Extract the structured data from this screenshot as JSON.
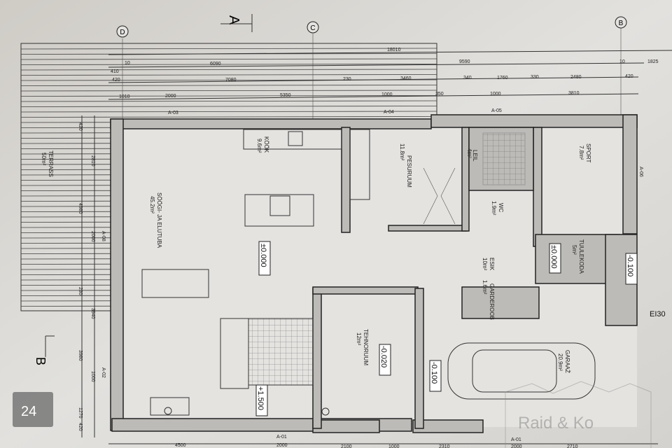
{
  "grid_axes": [
    "D",
    "C",
    "B"
  ],
  "section_markers": [
    "A",
    "B"
  ],
  "top_dimensions": {
    "row1": [
      "18010"
    ],
    "row2": [
      "10",
      "6090",
      "9590",
      "10",
      "1825"
    ],
    "row2b": [
      "410"
    ],
    "row3": [
      "420",
      "7080",
      "230",
      "3460",
      "340",
      "1760",
      "330",
      "2480",
      "420"
    ],
    "row4": [
      "1010",
      "2000",
      "5350",
      "1000",
      "350",
      "1000",
      "3810"
    ]
  },
  "left_dimensions": [
    "420",
    "2810",
    "4980",
    "2000",
    "230",
    "3940",
    "3980",
    "1000",
    "1270",
    "420"
  ],
  "bottom_dimensions": [
    "4500",
    "2000",
    "2100",
    "1000",
    "2310",
    "2000",
    "2710"
  ],
  "window_tags": [
    "A-03",
    "A-04",
    "A-05",
    "A-06",
    "A-08",
    "A-02",
    "A-01",
    "A-01"
  ],
  "rooms": [
    {
      "name": "TERRASS",
      "area": "50m²"
    },
    {
      "name": "KÖÖK",
      "area": "9.6m²"
    },
    {
      "name": "SÖÖGI- JA ELUTUBA",
      "area": "45.2m²"
    },
    {
      "name": "PESURUUM",
      "area": "11.8m²"
    },
    {
      "name": "LEIL",
      "area": "4m²"
    },
    {
      "name": "WC",
      "area": "1.9m²"
    },
    {
      "name": "SPORT",
      "area": "7.8m²"
    },
    {
      "name": "TUULEKODA",
      "area": "5m²"
    },
    {
      "name": "ESIK",
      "area": "10m²"
    },
    {
      "name": "GARDEROOB",
      "area": "1.6m²"
    },
    {
      "name": "TEHNORUUM",
      "area": "12m²"
    },
    {
      "name": "GARAAŽ",
      "area": "20.9m²"
    }
  ],
  "levels": [
    "±0.000",
    "±0.000",
    "-0.100",
    "-0.020",
    "-0.100",
    "+1.500"
  ],
  "fire_rating": "EI30",
  "page_badge": "24",
  "watermark": "Raid & Ko"
}
